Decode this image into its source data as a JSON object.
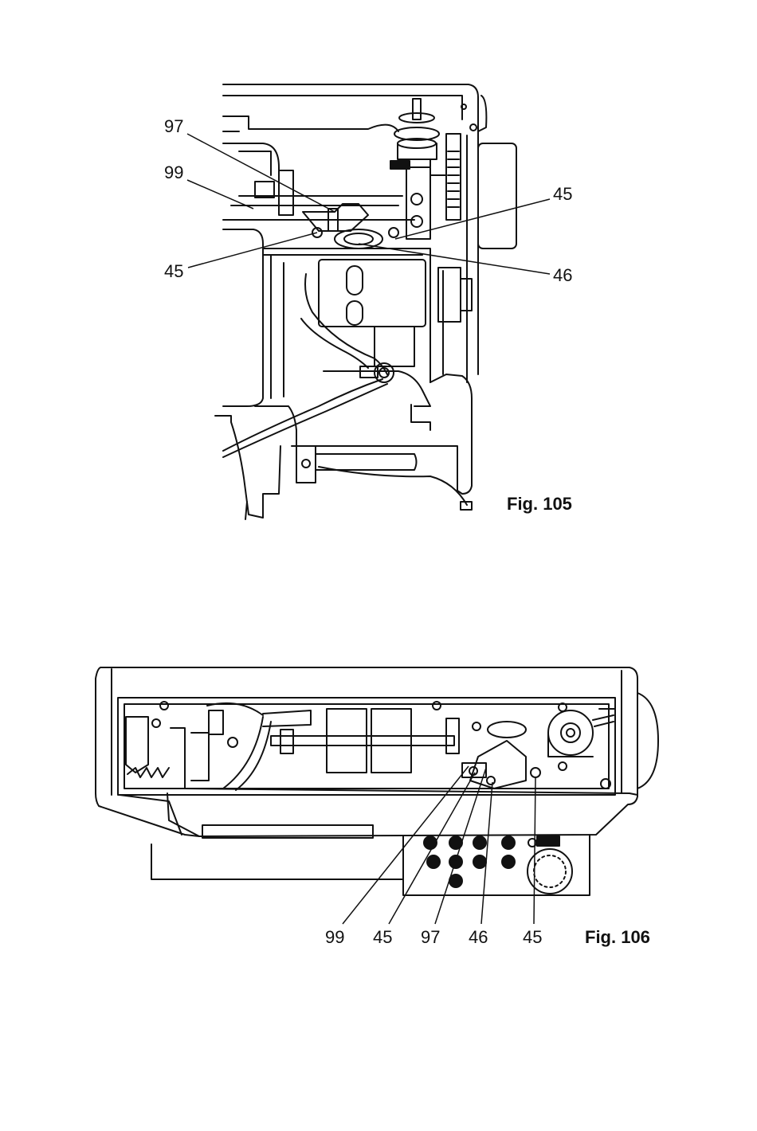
{
  "figures": [
    {
      "caption": "Fig. 105",
      "callouts": [
        "97",
        "99",
        "45",
        "45",
        "46"
      ]
    },
    {
      "caption": "Fig. 106",
      "callouts": [
        "99",
        "45",
        "97",
        "46",
        "45"
      ]
    }
  ]
}
